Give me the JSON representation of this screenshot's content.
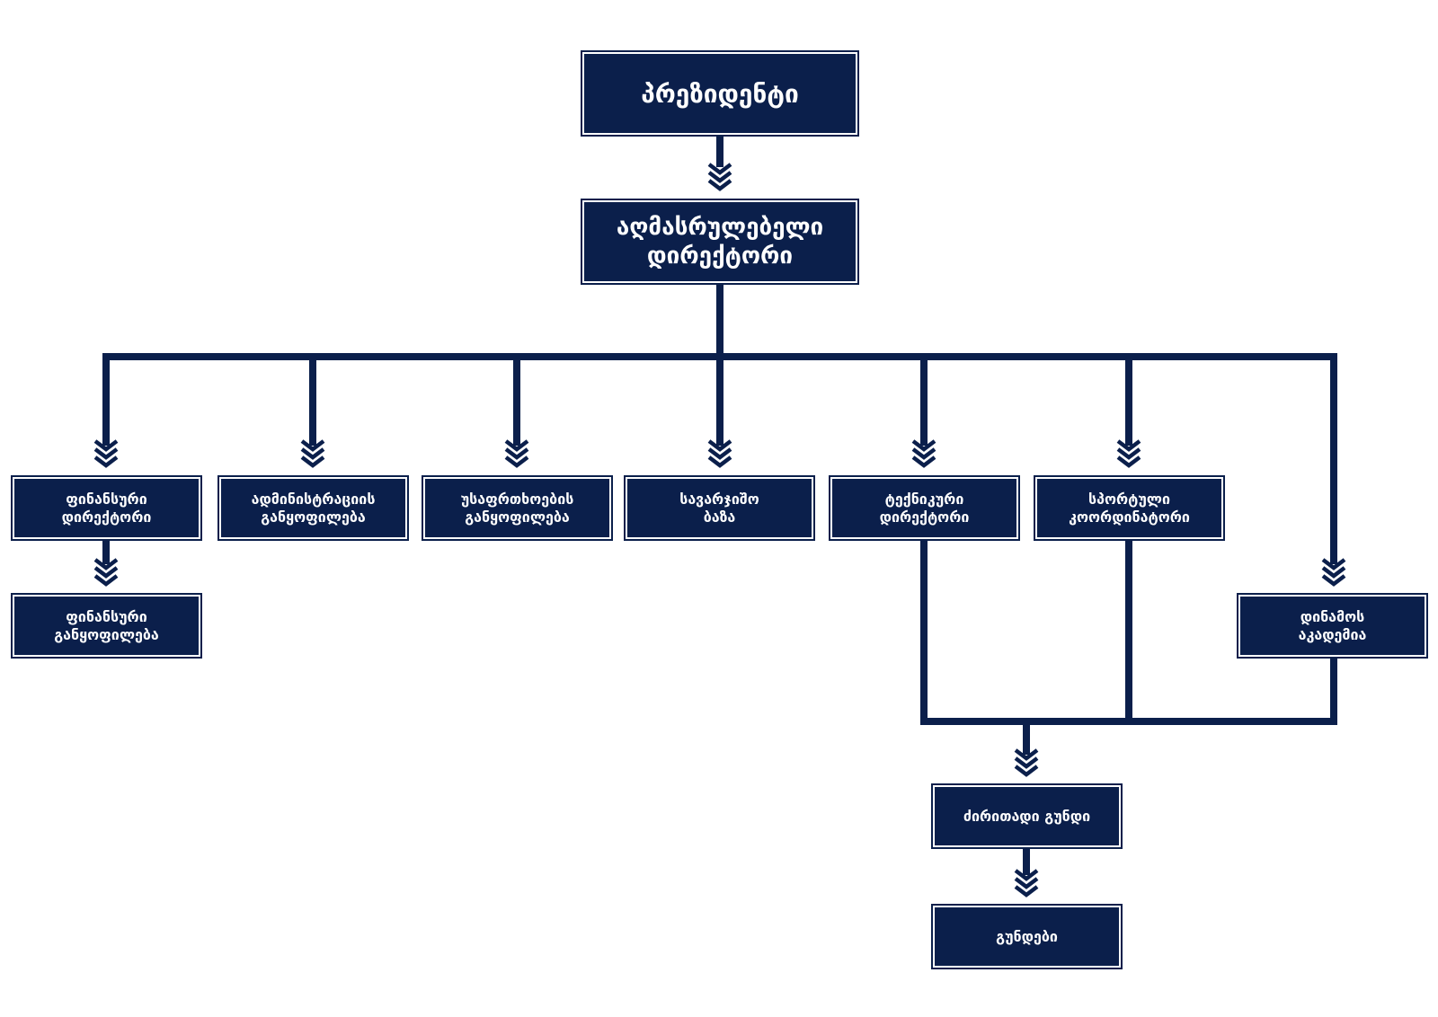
{
  "colors": {
    "box_fill": "#0b1f4b",
    "box_inner_border": "#ffffff",
    "connector": "#0b1f4b",
    "background": "#ffffff"
  },
  "nodes": {
    "president": {
      "lines": [
        "პრეზიდენტი"
      ]
    },
    "executive_director": {
      "lines": [
        "აღმასრულებელი",
        "დირექტორი"
      ]
    },
    "finance_director": {
      "lines": [
        "ფინანსური",
        "დირექტორი"
      ]
    },
    "administration_department": {
      "lines": [
        "ადმინისტრაციის",
        "განყოფილება"
      ]
    },
    "security_department": {
      "lines": [
        "უსაფრთხოების",
        "განყოფილება"
      ]
    },
    "training_base": {
      "lines": [
        "სავარჯიშო",
        "ბაზა"
      ]
    },
    "technical_director": {
      "lines": [
        "ტექნიკური",
        "დირექტორი"
      ]
    },
    "sports_coordinator": {
      "lines": [
        "სპორტული",
        "კოორდინატორი"
      ]
    },
    "finance_department": {
      "lines": [
        "ფინანსური",
        "განყოფილება"
      ]
    },
    "dinamo_academy": {
      "lines": [
        "დინამოს",
        "აკადემია"
      ]
    },
    "main_team": {
      "lines": [
        "ძირითადი გუნდი"
      ]
    },
    "teams": {
      "lines": [
        "გუნდები"
      ]
    }
  }
}
